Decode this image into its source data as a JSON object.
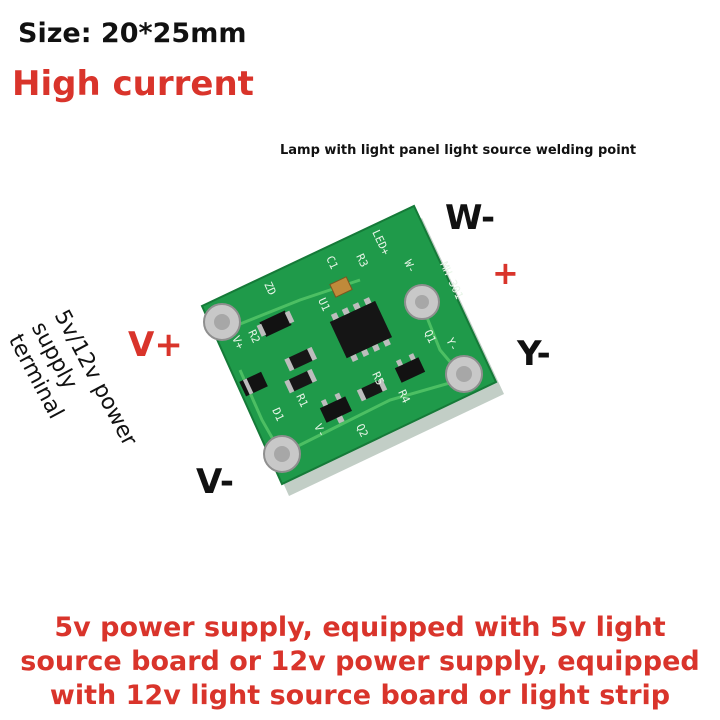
{
  "title": {
    "size": "Size: 20*25mm",
    "current": "High current"
  },
  "note": "Lamp with light panel light source welding point",
  "pins": {
    "w_minus": "W-",
    "plus": "+",
    "v_plus": "V+",
    "y_minus": "Y-",
    "v_minus": "V-"
  },
  "terminal_label": "5v/12v power supply terminal",
  "board": {
    "silkscreen": [
      "LED+",
      "R3",
      "C1",
      "ZD",
      "U1",
      "W-",
      "MH-301",
      "Q1",
      "Y-",
      "R2",
      "V+",
      "R5",
      "R4",
      "R1",
      "D1",
      "V-",
      "Q2"
    ]
  },
  "description": [
    "5v power supply, equipped with 5v light",
    "source board or 12v power supply, equipped",
    "with 12v light source board or light strip"
  ],
  "colors": {
    "board": "#1f9a4a",
    "accent_red": "#d9342b",
    "text_dark": "#111111"
  }
}
